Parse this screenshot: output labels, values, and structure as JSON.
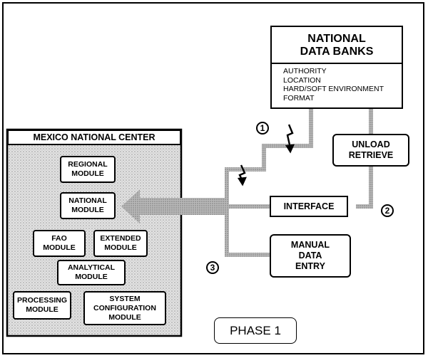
{
  "national_data_banks": {
    "title_lines": [
      "NATIONAL",
      "DATA BANKS"
    ],
    "attributes": [
      "AUTHORITY",
      "LOCATION",
      "HARD/SOFT ENVIRONMENT",
      "FORMAT"
    ]
  },
  "mexico_center": {
    "title": "MEXICO NATIONAL CENTER",
    "modules": {
      "regional": [
        "REGIONAL",
        "MODULE"
      ],
      "national": [
        "NATIONAL",
        "MODULE"
      ],
      "fao": [
        "FAO",
        "MODULE"
      ],
      "extended": [
        "EXTENDED",
        "MODULE"
      ],
      "analytical": [
        "ANALYTICAL",
        "MODULE"
      ],
      "processing": [
        "PROCESSING",
        "MODULE"
      ],
      "system_configuration": [
        "SYSTEM",
        "CONFIGURATION",
        "MODULE"
      ]
    }
  },
  "unload_retrieve": [
    "UNLOAD",
    "RETRIEVE"
  ],
  "interface": "INTERFACE",
  "manual_data_entry": [
    "MANUAL",
    "DATA",
    "ENTRY"
  ],
  "markers": [
    "1",
    "2",
    "3"
  ],
  "phase_label": "PHASE 1",
  "colors": {
    "ink": "#000000",
    "connector": "#a9a9a9",
    "arrow": "#a6a6a6",
    "panel": "#d6d6d6"
  }
}
